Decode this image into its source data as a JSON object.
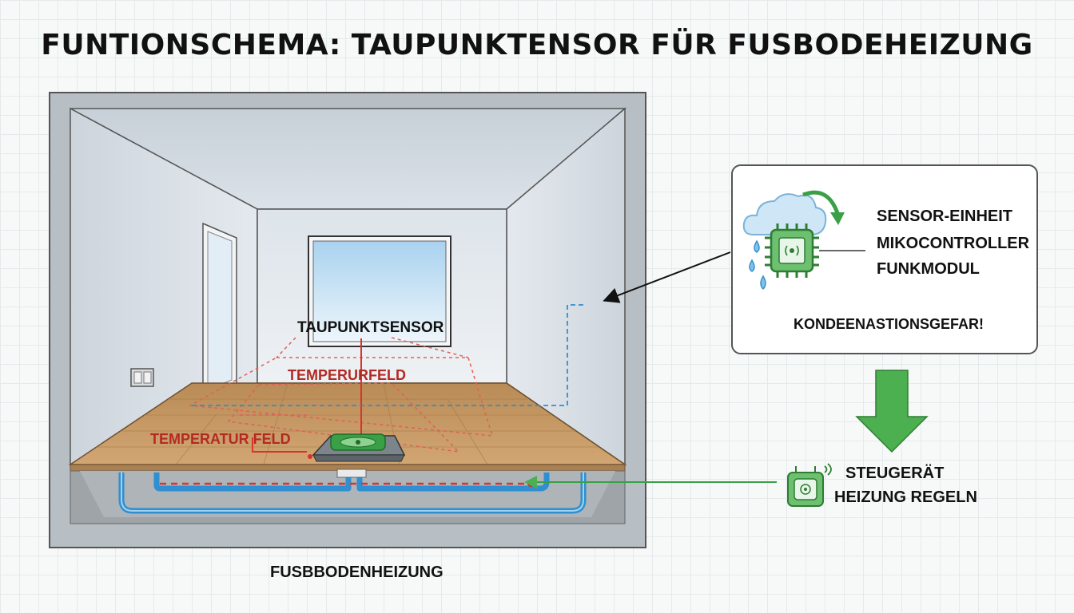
{
  "title": "FUNTIONSCHEMA: TAUPUNKTENSOR FÜR FUSBODEHEIZUNG",
  "room": {
    "sensor_label": "TAUPUNKTSENSOR",
    "temp_field_upper": "TEMPERURFELD",
    "temp_field_lower": "TEMPERATUR FELD",
    "floor_heating_label": "FUSBBODENHEIZUNG"
  },
  "sensor_panel": {
    "lines": [
      "SENSOR-EINHEIT",
      "MIKOCONTROLLER",
      "FUNKMODUL"
    ],
    "warning": "KONDEENASTIONSGEFAR!"
  },
  "controller": {
    "line1": "STEUGERÄT",
    "line2": "HEIZUNG REGELN"
  },
  "icons": [
    "cloud-icon",
    "water-drop-icon",
    "microchip-icon",
    "wireless-icon",
    "curved-arrow-icon",
    "down-arrow-icon",
    "controller-device-icon"
  ],
  "colors": {
    "pipe": "#2f8fd0",
    "temperature": "#d9332b",
    "accent_green": "#4caf50",
    "floor": "#c99a62"
  }
}
